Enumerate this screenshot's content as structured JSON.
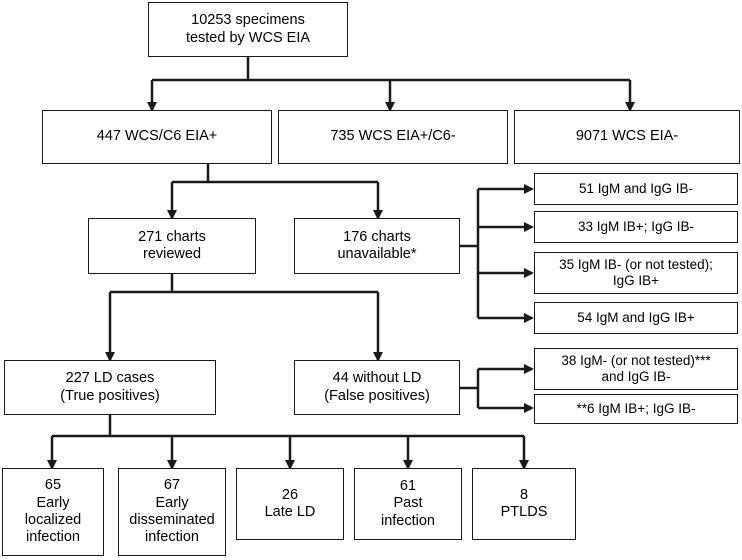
{
  "diagram": {
    "colors": {
      "line": "#1a1a1a",
      "box_border": "#1a1a1a",
      "background": "#ffffff"
    },
    "boxes": {
      "root": "10253 specimens\ntested by WCS EIA",
      "l2_a": "447 WCS/C6 EIA+",
      "l2_b": "735 WCS EIA+/C6-",
      "l2_c": "9071 WCS EIA-",
      "l3_a": "271 charts\nreviewed",
      "l3_b": "176 charts\nunavailable*",
      "r1": "51 IgM and IgG IB-",
      "r2": "33 IgM IB+; IgG IB-",
      "r3": "35 IgM IB- (or not tested);\nIgG IB+",
      "r4": "54 IgM and IgG IB+",
      "l4_a": "227 LD cases\n(True positives)",
      "l4_b": "44 without LD\n(False positives)",
      "r5": "38 IgM- (or not tested)***\nand IgG IB-",
      "r6": "**6 IgM IB+; IgG IB-",
      "b1": "65\nEarly\nlocalized\ninfection",
      "b2": "67\nEarly\ndisseminated\ninfection",
      "b3": "26\nLate LD",
      "b4": "61\nPast\ninfection",
      "b5": "8\nPTLDS"
    }
  }
}
